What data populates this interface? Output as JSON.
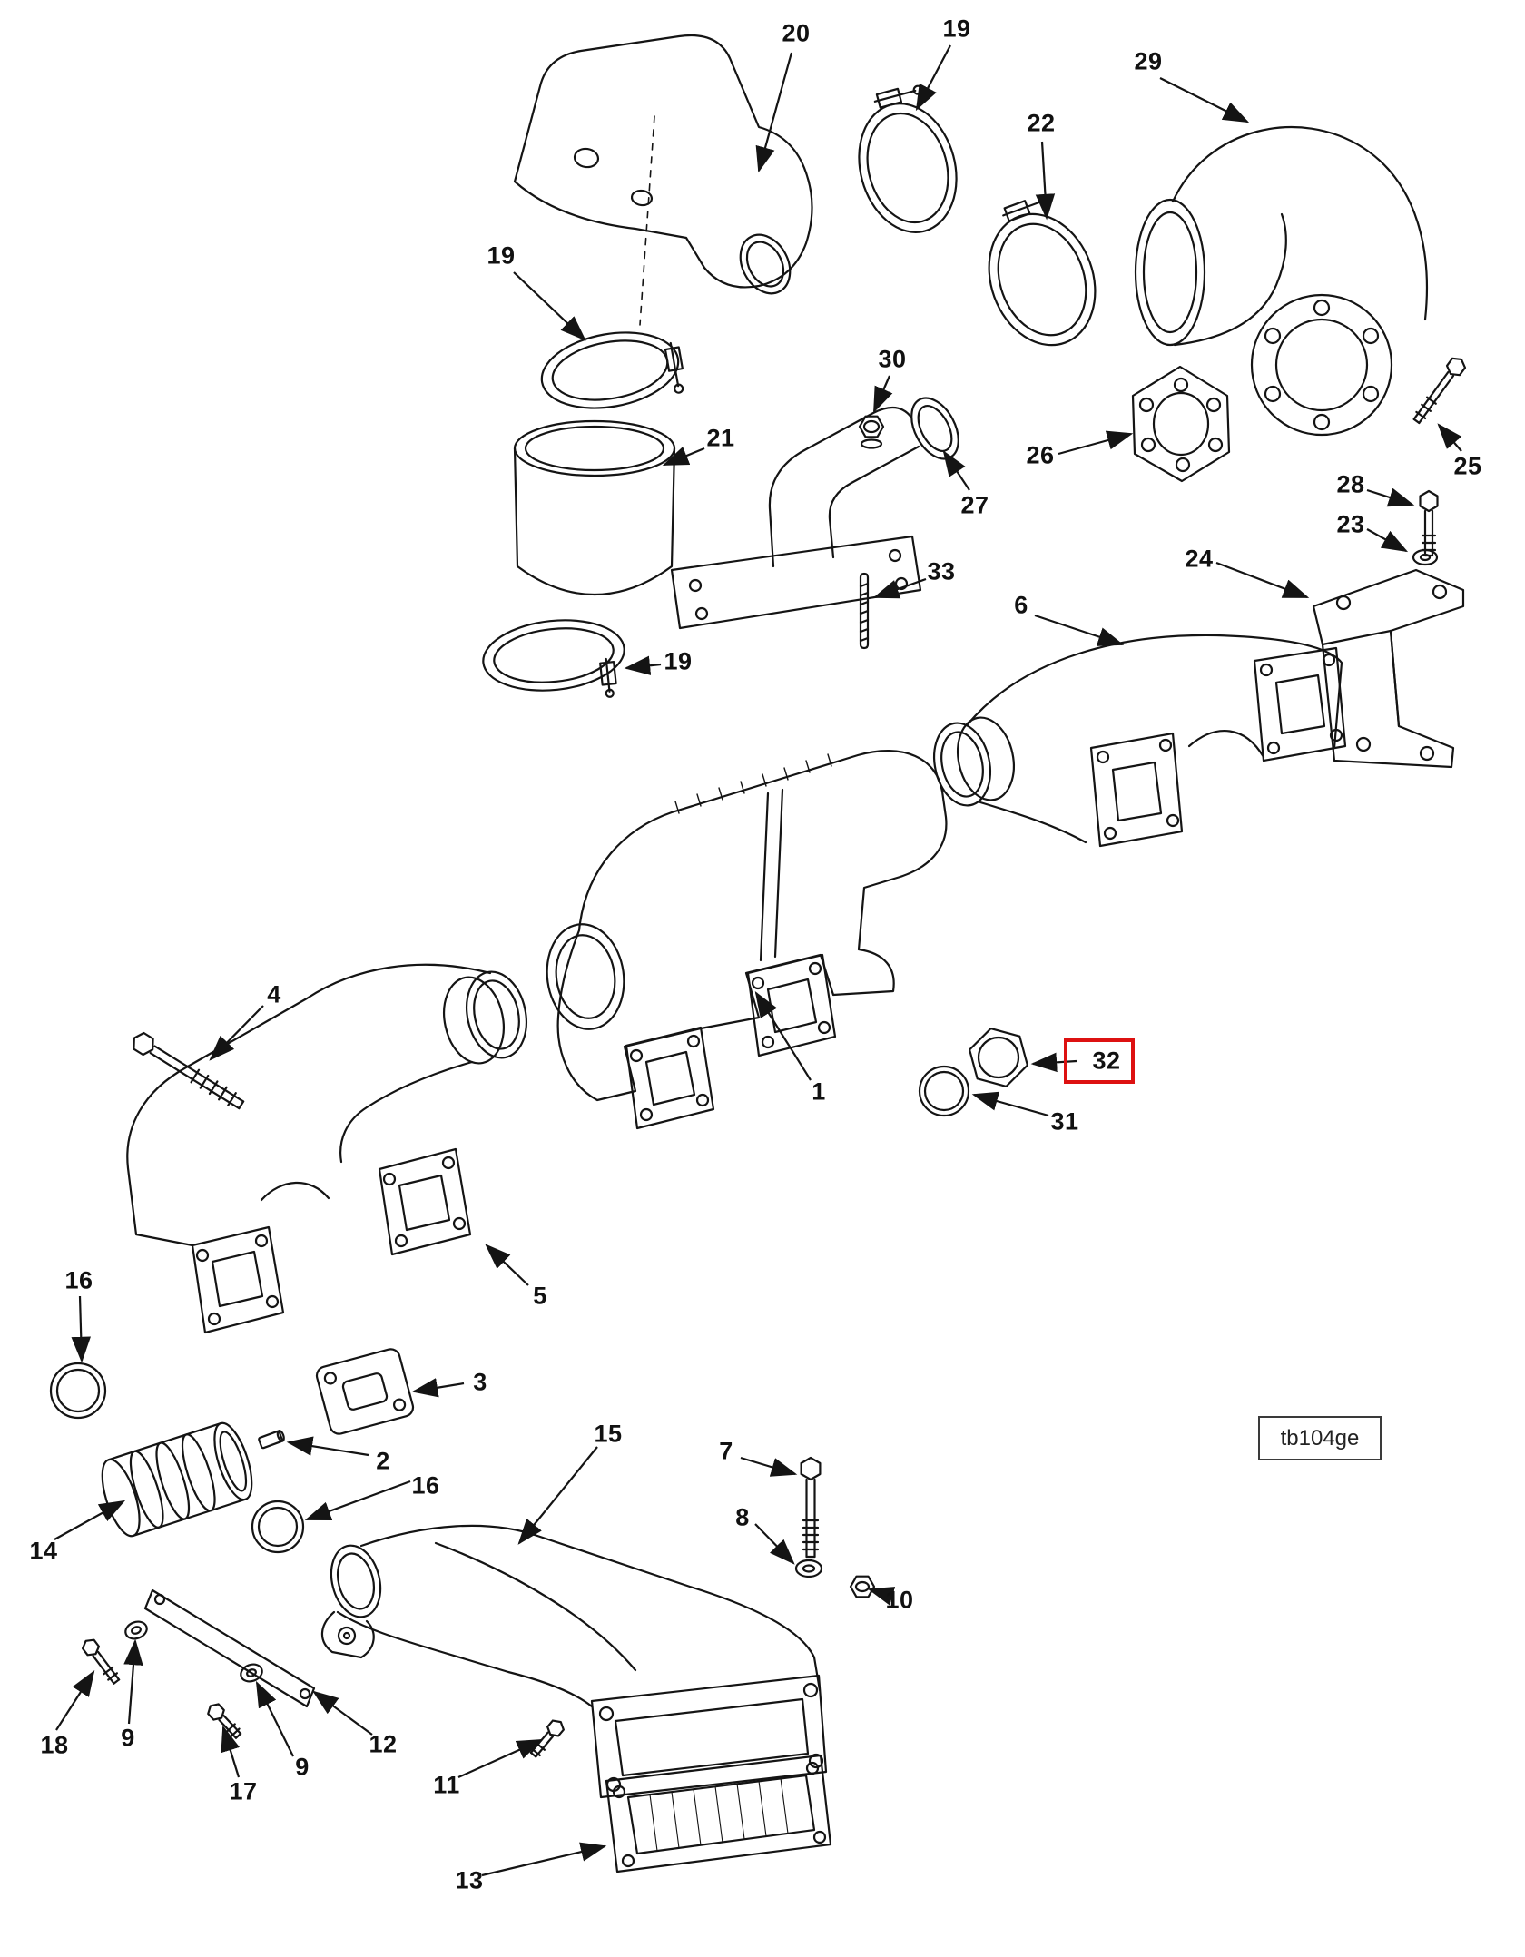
{
  "diagram": {
    "figure_code": "tb104ge",
    "highlighted_callout": "32",
    "highlight_color": "#dd1111",
    "line_color": "#141414",
    "callouts": [
      {
        "label": "20"
      },
      {
        "label": "19"
      },
      {
        "label": "29"
      },
      {
        "label": "22"
      },
      {
        "label": "19"
      },
      {
        "label": "30"
      },
      {
        "label": "27"
      },
      {
        "label": "26"
      },
      {
        "label": "25"
      },
      {
        "label": "21"
      },
      {
        "label": "28"
      },
      {
        "label": "23"
      },
      {
        "label": "24"
      },
      {
        "label": "33"
      },
      {
        "label": "6"
      },
      {
        "label": "19"
      },
      {
        "label": "4"
      },
      {
        "label": "1"
      },
      {
        "label": "32"
      },
      {
        "label": "31"
      },
      {
        "label": "5"
      },
      {
        "label": "16"
      },
      {
        "label": "3"
      },
      {
        "label": "2"
      },
      {
        "label": "16"
      },
      {
        "label": "15"
      },
      {
        "label": "7"
      },
      {
        "label": "8"
      },
      {
        "label": "14"
      },
      {
        "label": "10"
      },
      {
        "label": "12"
      },
      {
        "label": "18"
      },
      {
        "label": "9"
      },
      {
        "label": "17"
      },
      {
        "label": "9"
      },
      {
        "label": "11"
      },
      {
        "label": "13"
      }
    ]
  }
}
